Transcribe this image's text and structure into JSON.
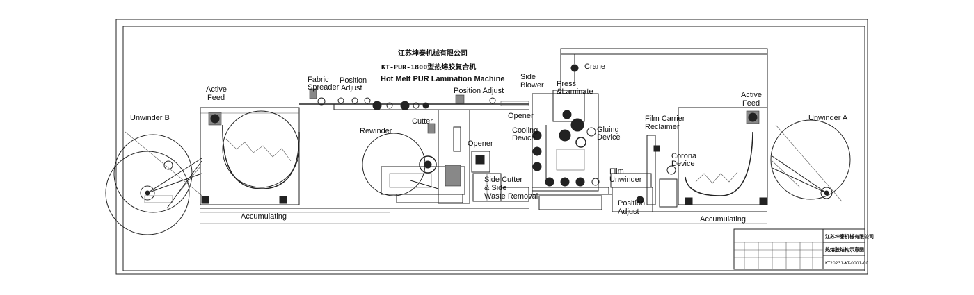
{
  "header": {
    "company_cn": "江苏坤泰机械有限公司",
    "model_cn": "KT-PUR-1800型热熔胶复合机",
    "title_en": "Hot Melt PUR Lamination Machine"
  },
  "labels": {
    "unwinder_b": "Unwinder B",
    "active_feed_left_1": "Active",
    "active_feed_left_2": "Feed",
    "fabric_spreader_1": "Fabric",
    "fabric_spreader_2": "Spreader",
    "position_adjust_1_1": "Position",
    "position_adjust_1_2": "Adjust",
    "position_adjust_2": "Position Adjust",
    "rewinder": "Rewinder",
    "cutter": "Cutter",
    "opener_1": "Opener",
    "side_blower_1": "Side",
    "side_blower_2": "Blower",
    "opener_2": "Opener",
    "press_laminate_1": "Press",
    "press_laminate_2": "&Laminate",
    "crane": "Crane",
    "cooling_device_1": "Cooling",
    "cooling_device_2": "Device",
    "gluing_device_1": "Gluing",
    "gluing_device_2": "Device",
    "side_cutter_1": "Side Cutter",
    "side_cutter_2": "& Side",
    "side_cutter_3": "Waste Removal",
    "film_unwinder_1": "Film",
    "film_unwinder_2": "Unwinder",
    "position_adjust_3_1": "Position",
    "position_adjust_3_2": "Adjust",
    "film_carrier_1": "Film Carrier",
    "film_carrier_2": "Reclaimer",
    "corona_1": "Corona",
    "corona_2": "Device",
    "active_feed_right_1": "Active",
    "active_feed_right_2": "Feed",
    "unwinder_a": "Unwinder A",
    "accumulating_left": "Accumulating",
    "accumulating_right": "Accumulating"
  },
  "title_block": {
    "company": "江苏坤泰机械有限公司",
    "drawing_name": "热熔胶结构示意图",
    "drawing_no": "KT20231-KT-0001-00"
  },
  "colors": {
    "line": "#222222",
    "background": "#ffffff"
  }
}
